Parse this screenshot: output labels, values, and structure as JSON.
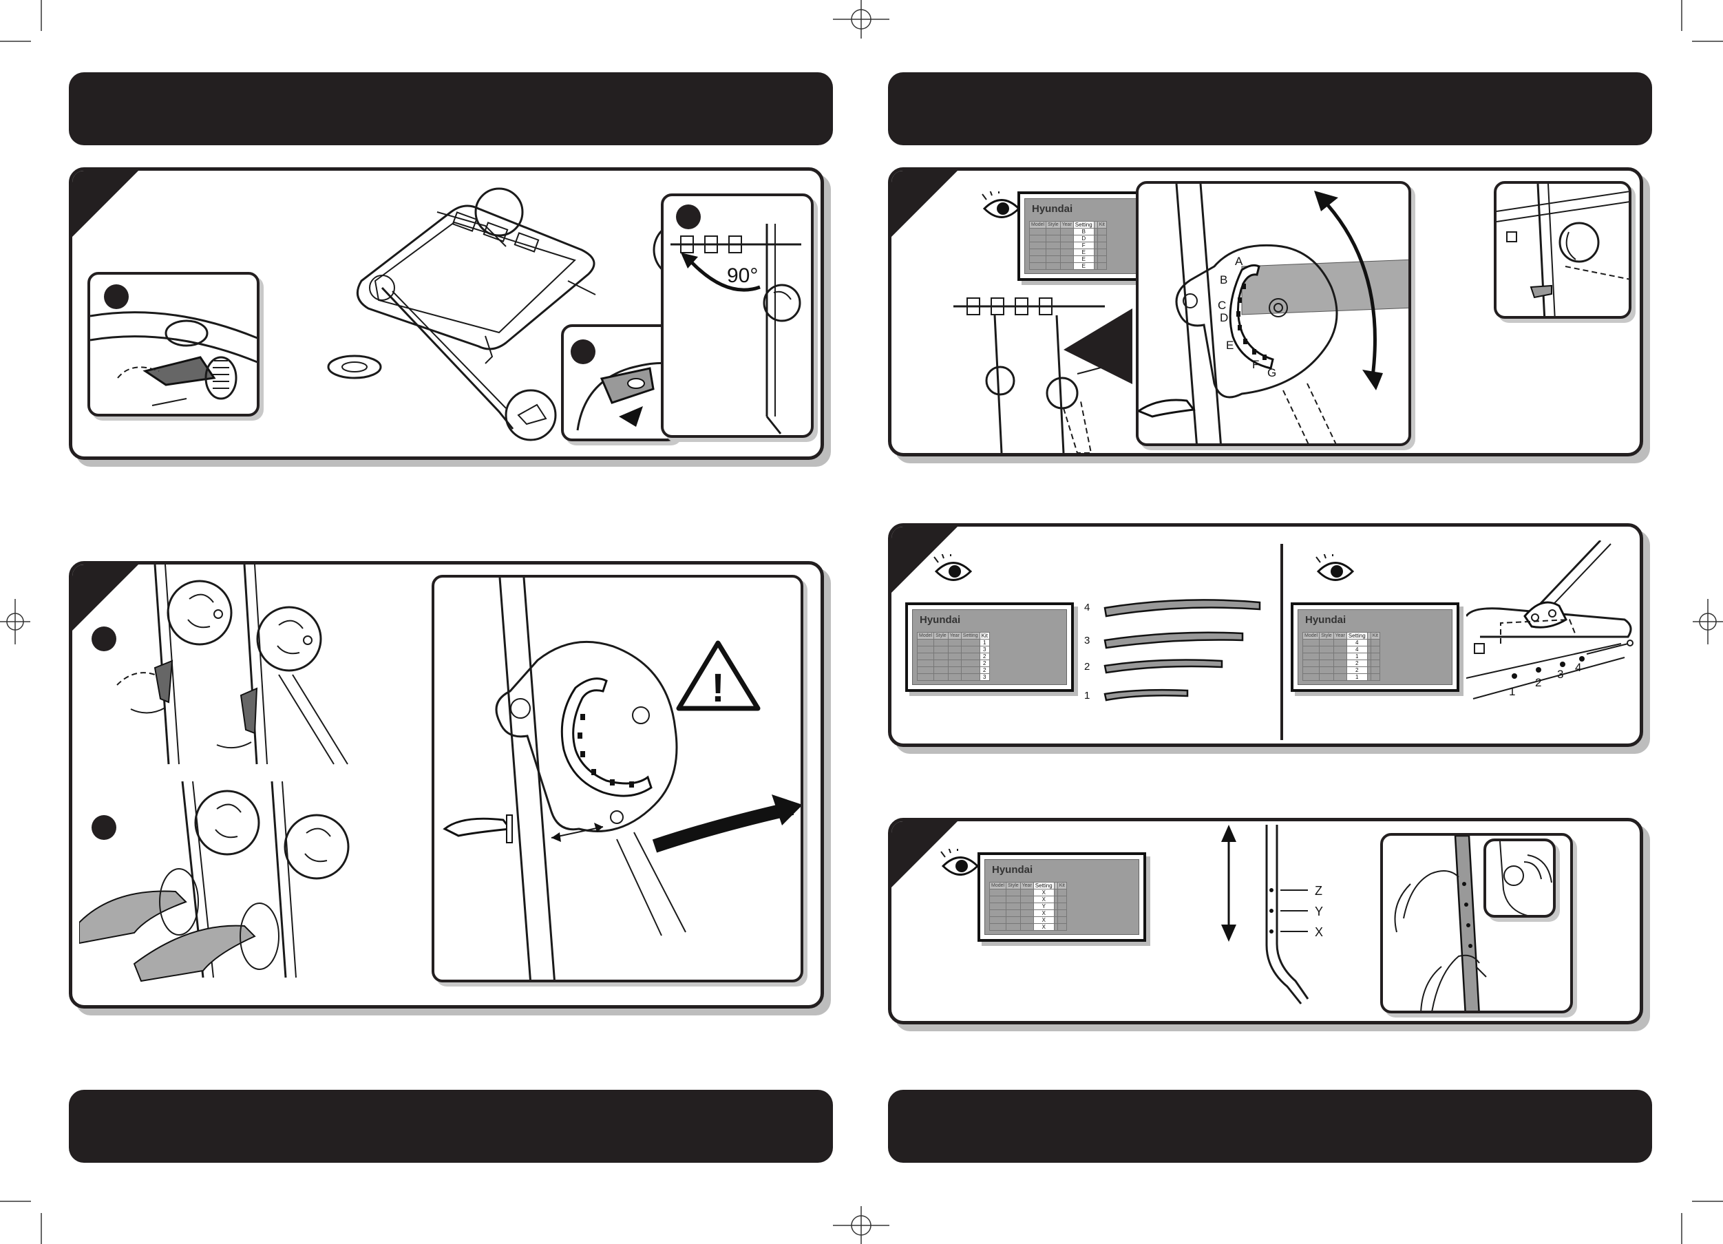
{
  "left_page": {
    "panel_a": {
      "label_90": "90°"
    },
    "panel_b": {
      "warning_symbol": "!"
    }
  },
  "right_page": {
    "panel_c": {
      "table": {
        "brand": "Hyundai",
        "headers": [
          "Model",
          "Style",
          "Year",
          "Setting",
          "Kit"
        ],
        "settings": [
          "B",
          "D",
          "F",
          "E",
          "E",
          "E"
        ]
      },
      "dial_letters": [
        "A",
        "B",
        "C",
        "D",
        "E",
        "F",
        "G"
      ]
    },
    "panel_d": {
      "table_left": {
        "brand": "Hyundai",
        "headers": [
          "Model",
          "Style",
          "Year",
          "Setting",
          "Kit"
        ],
        "kit_values": [
          "1",
          "3",
          "2",
          "2",
          "2",
          "3"
        ]
      },
      "arm_numbers": [
        "4",
        "3",
        "2",
        "1"
      ],
      "table_right": {
        "brand": "Hyundai",
        "headers": [
          "Model",
          "Style",
          "Year",
          "Setting",
          "Kit"
        ],
        "settings": [
          "4",
          "4",
          "1",
          "2",
          "2",
          "1"
        ]
      },
      "hole_numbers": [
        "1",
        "2",
        "3",
        "4"
      ]
    },
    "panel_e": {
      "table": {
        "brand": "Hyundai",
        "headers": [
          "Model",
          "Style",
          "Year",
          "Setting",
          "Kit"
        ],
        "settings": [
          "X",
          "X",
          "Y",
          "X",
          "X",
          "X"
        ]
      },
      "hole_labels": [
        "Z",
        "Y",
        "X"
      ]
    }
  },
  "colors": {
    "ink": "#231f20",
    "shadow": "#bdbdbd",
    "table_grey": "#9d9d9d"
  },
  "icons": [
    "eye-icon",
    "warning-triangle-icon",
    "registration-mark-icon"
  ]
}
